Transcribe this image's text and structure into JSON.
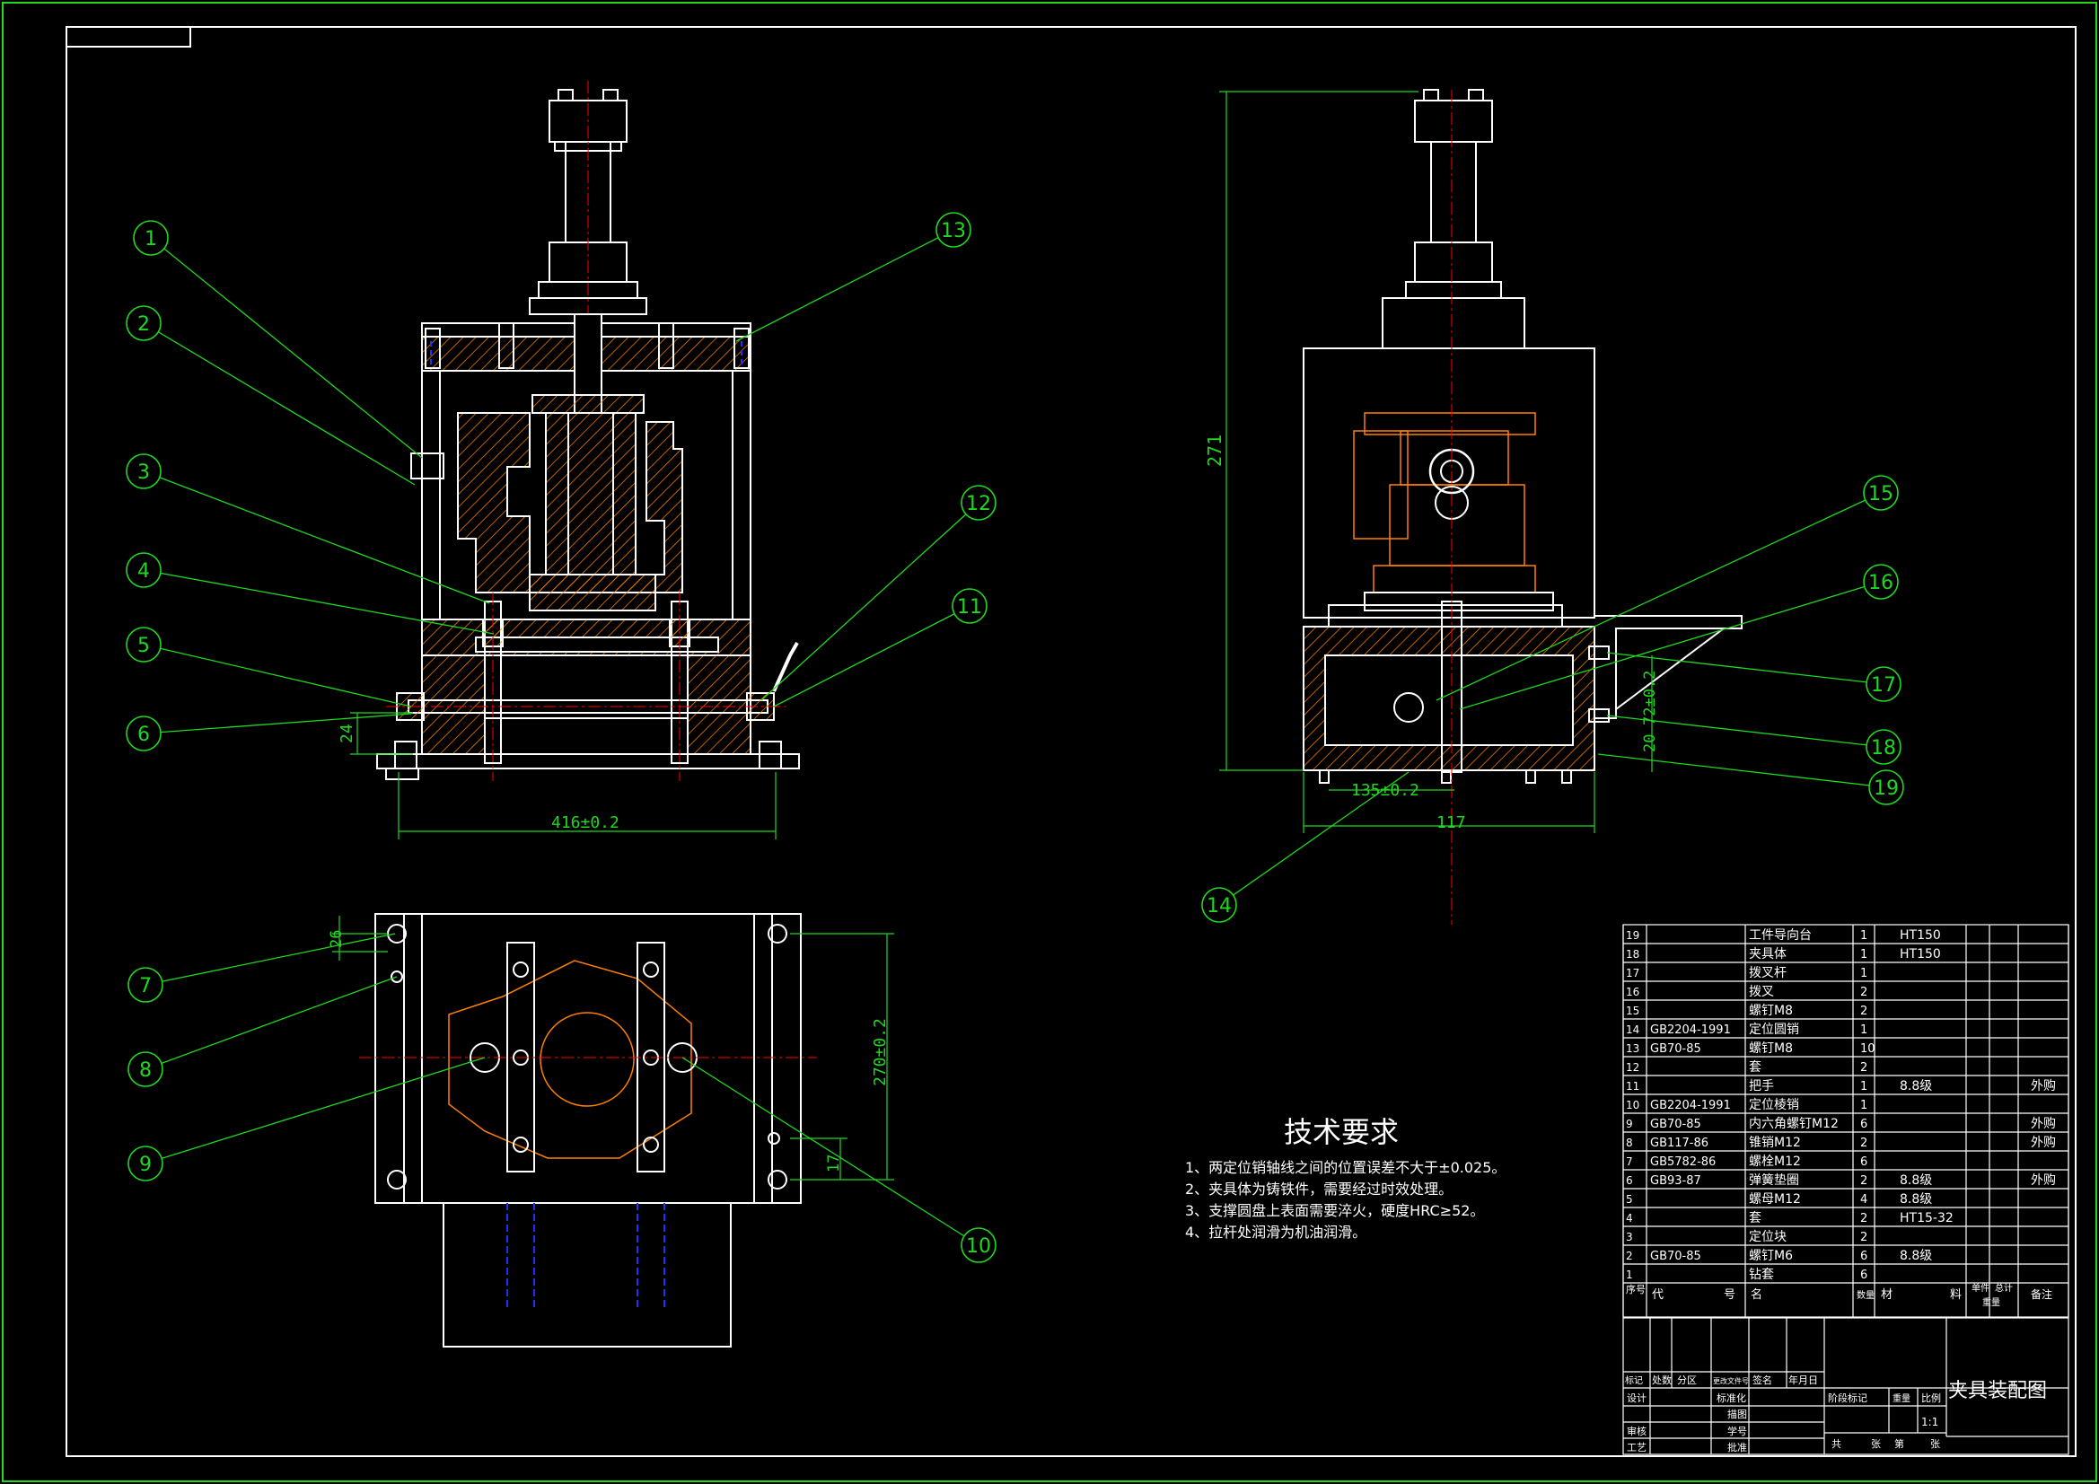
{
  "colors": {
    "background": "#000000",
    "outline": "#ffffff",
    "leader": "#00ff00",
    "dimension": "#1fd81f",
    "hatch": "#ff8000",
    "centerline": "#ff0000",
    "hidden": "#2030ff"
  },
  "balloons": [
    "1",
    "2",
    "3",
    "4",
    "5",
    "6",
    "7",
    "8",
    "9",
    "10",
    "11",
    "12",
    "13",
    "14",
    "15",
    "16",
    "17",
    "18",
    "19"
  ],
  "dimensions": {
    "front_width": "416±0.2",
    "front_24": "24",
    "side_height": "271",
    "side_135": "135±0.2",
    "side_117": "117",
    "side_20": "20",
    "side_72": "72±0.2",
    "top_26": "26",
    "top_270": "270±0.2",
    "top_17": "17"
  },
  "tech": {
    "title": "技术要求",
    "lines": [
      "1、两定位销轴线之间的位置误差不大于±0.025。",
      "2、夹具体为铸铁件，需要经过时效处理。",
      "3、支撑圆盘上表面需要淬火，硬度HRC≥52。",
      "4、拉杆处润滑为机油润滑。"
    ]
  },
  "bom": {
    "rows": [
      {
        "no": "19",
        "code": "",
        "name": "工件导向台",
        "qty": "1",
        "material": "HT150",
        "note": ""
      },
      {
        "no": "18",
        "code": "",
        "name": "夹具体",
        "qty": "1",
        "material": "HT150",
        "note": ""
      },
      {
        "no": "17",
        "code": "",
        "name": "拨叉杆",
        "qty": "1",
        "material": "",
        "note": ""
      },
      {
        "no": "16",
        "code": "",
        "name": "拨叉",
        "qty": "2",
        "material": "",
        "note": ""
      },
      {
        "no": "15",
        "code": "",
        "name": "螺钉M8",
        "qty": "2",
        "material": "",
        "note": ""
      },
      {
        "no": "14",
        "code": "GB2204-1991",
        "name": "定位圆销",
        "qty": "1",
        "material": "",
        "note": ""
      },
      {
        "no": "13",
        "code": "GB70-85",
        "name": "螺钉M8",
        "qty": "10",
        "material": "",
        "note": ""
      },
      {
        "no": "12",
        "code": "",
        "name": "套",
        "qty": "2",
        "material": "",
        "note": ""
      },
      {
        "no": "11",
        "code": "",
        "name": "把手",
        "qty": "1",
        "material": "8.8级",
        "note": "外购"
      },
      {
        "no": "10",
        "code": "GB2204-1991",
        "name": "定位棱销",
        "qty": "1",
        "material": "",
        "note": ""
      },
      {
        "no": "9",
        "code": "GB70-85",
        "name": "内六角螺钉M12",
        "qty": "6",
        "material": "",
        "note": "外购"
      },
      {
        "no": "8",
        "code": "GB117-86",
        "name": "锥销M12",
        "qty": "2",
        "material": "",
        "note": "外购"
      },
      {
        "no": "7",
        "code": "GB5782-86",
        "name": "螺栓M12",
        "qty": "6",
        "material": "",
        "note": ""
      },
      {
        "no": "6",
        "code": "GB93-87",
        "name": "弹簧垫圈",
        "qty": "2",
        "material": "8.8级",
        "note": "外购"
      },
      {
        "no": "5",
        "code": "",
        "name": "螺母M12",
        "qty": "4",
        "material": "8.8级",
        "note": ""
      },
      {
        "no": "4",
        "code": "",
        "name": "套",
        "qty": "2",
        "material": "HT15-32",
        "note": ""
      },
      {
        "no": "3",
        "code": "",
        "name": "定位块",
        "qty": "2",
        "material": "",
        "note": ""
      },
      {
        "no": "2",
        "code": "GB70-85",
        "name": "螺钉M6",
        "qty": "6",
        "material": "8.8级",
        "note": ""
      },
      {
        "no": "1",
        "code": "",
        "name": "钻套",
        "qty": "6",
        "material": "",
        "note": ""
      }
    ],
    "header": {
      "no": "序号",
      "code": "代",
      "code2": "号",
      "name": "名",
      "qty": "数量",
      "material": "材",
      "material2": "料",
      "unit": "单件",
      "total": "总计",
      "weight": "重量",
      "note": "备注"
    }
  },
  "titleblock": {
    "drawing_name": "夹具装配图",
    "ratio": "1:1",
    "labels": {
      "mark": "标记",
      "count": "处数",
      "zone": "分区",
      "change": "更改文件号",
      "sign": "签名",
      "date": "年月日",
      "design": "设计",
      "standard": "标准化",
      "check": "审核",
      "craft": "工艺",
      "drawn": "描图",
      "number": "学号",
      "approve": "批准",
      "stage": "阶段标记",
      "weight": "重量",
      "scale": "比例",
      "sheets": "共",
      "sheet": "张",
      "of": "第",
      "page": "张"
    }
  }
}
